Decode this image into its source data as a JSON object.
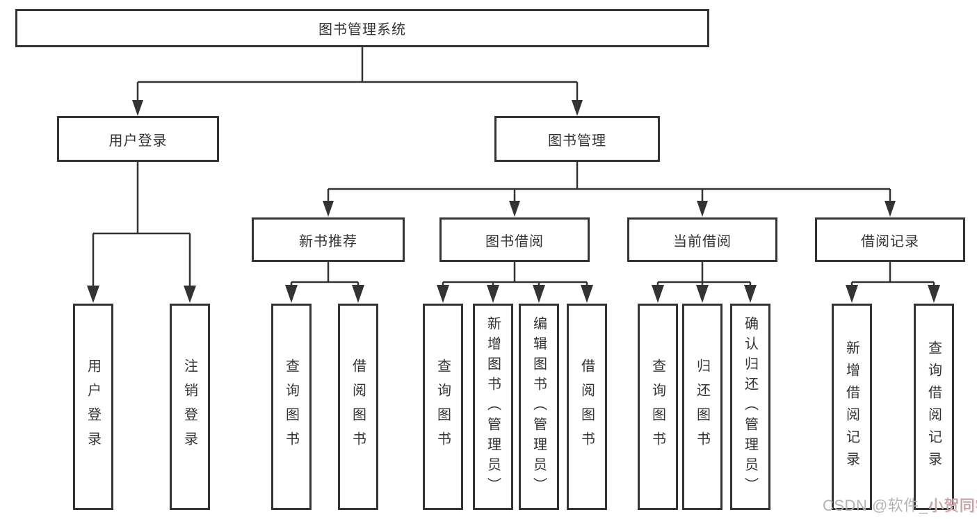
{
  "tree": {
    "root": {
      "label": "图书管理系统"
    },
    "level2": [
      {
        "label": "用户登录"
      },
      {
        "label": "图书管理"
      }
    ],
    "level3": [
      {
        "label": "新书推荐",
        "parent": "图书管理"
      },
      {
        "label": "图书借阅",
        "parent": "图书管理"
      },
      {
        "label": "当前借阅",
        "parent": "图书管理"
      },
      {
        "label": "借阅记录",
        "parent": "图书管理"
      }
    ],
    "leaves": [
      {
        "label": "用户登录",
        "parent": "用户登录"
      },
      {
        "label": "注销登录",
        "parent": "用户登录"
      },
      {
        "label": "查询图书",
        "parent": "新书推荐"
      },
      {
        "label": "借阅图书",
        "parent": "新书推荐"
      },
      {
        "label": "查询图书",
        "parent": "图书借阅"
      },
      {
        "label": "新增图书（管理员）",
        "parent": "图书借阅"
      },
      {
        "label": "编辑图书（管理员）",
        "parent": "图书借阅"
      },
      {
        "label": "借阅图书",
        "parent": "图书借阅"
      },
      {
        "label": "查询图书",
        "parent": "当前借阅"
      },
      {
        "label": "归还图书",
        "parent": "当前借阅"
      },
      {
        "label": "确认归还（管理员）",
        "parent": "当前借阅"
      },
      {
        "label": "新增借阅记录",
        "parent": "借阅记录"
      },
      {
        "label": "查询借阅记录",
        "parent": "借阅记录"
      }
    ]
  },
  "watermark": {
    "prefix": "CSDN @软件_",
    "suffix": "小贺同学"
  },
  "colors": {
    "line": "#333333",
    "text": "#333333",
    "background": "#ffffff",
    "watermark_gray": "#b4b4b4",
    "watermark_pink": "#e9b9c0"
  }
}
